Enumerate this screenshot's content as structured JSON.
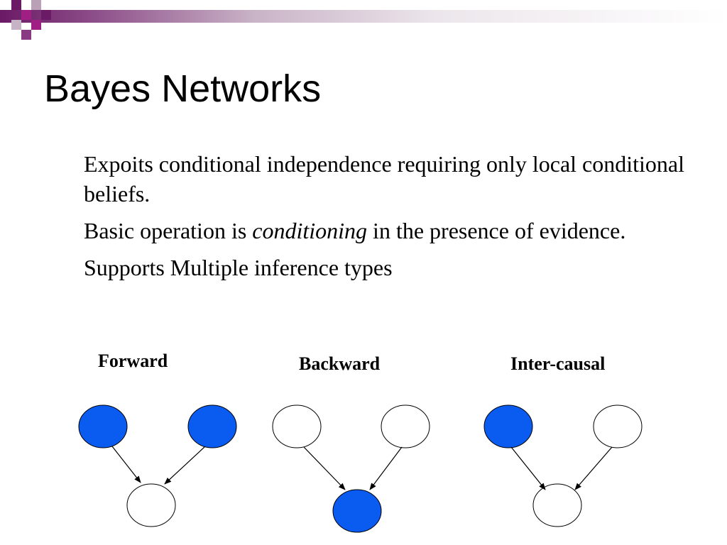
{
  "slide": {
    "title": "Bayes Networks",
    "bullets": {
      "b1": "Expoits conditional independence requiring only local conditional beliefs.",
      "b2_before": "Basic operation is ",
      "b2_emph": "conditioning",
      "b2_after": " in the presence of evidence.",
      "b3": "Supports Multiple inference types"
    },
    "diagrams": {
      "forward": {
        "label": "Forward",
        "observed": [
          "left-parent",
          "right-parent"
        ]
      },
      "backward": {
        "label": "Backward",
        "observed": [
          "child"
        ]
      },
      "intercausal": {
        "label": "Inter-causal",
        "observed": [
          "left-parent"
        ]
      }
    }
  },
  "colors": {
    "observed_node": "#0a5cf0",
    "unobserved_node": "#ffffff",
    "accent_purple": "#6b1a66",
    "accent_magenta": "#a01f85"
  }
}
